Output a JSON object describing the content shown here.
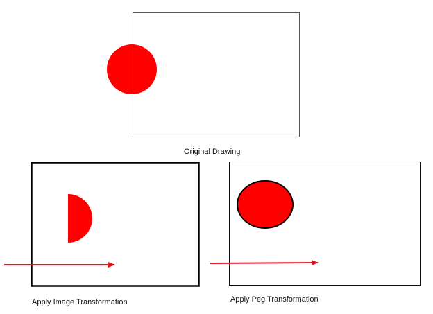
{
  "captions": {
    "original": "Original Drawing",
    "image_transformation": "Apply Image Transformation",
    "peg_transformation": "Apply Peg Transformation"
  },
  "colors": {
    "shape_fill": "#ff0000",
    "arrow": "#e8141c",
    "frame": "#000000",
    "frame_thin": "#555555",
    "background": "#ffffff"
  },
  "panels": [
    {
      "id": "original",
      "shape": "circle-crossing-frame-edge"
    },
    {
      "id": "image-transformation",
      "shape": "half-circle-clipped-by-frame",
      "arrow": true
    },
    {
      "id": "peg-transformation",
      "shape": "whole-circle-moved-inside-frame",
      "arrow": true
    }
  ]
}
